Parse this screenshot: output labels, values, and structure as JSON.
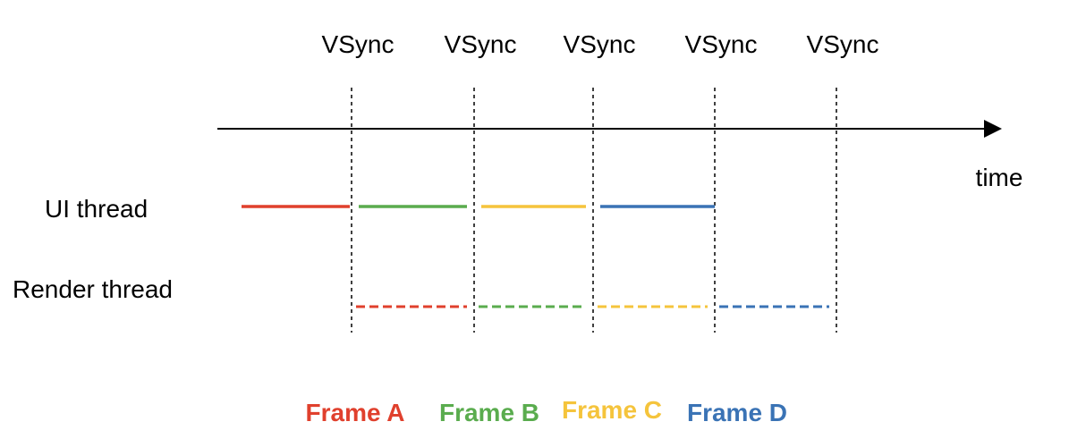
{
  "vsync": {
    "label": "VSync",
    "count": 5
  },
  "axis": {
    "label": "time"
  },
  "threads": [
    {
      "id": "ui",
      "label": "UI thread",
      "line_style": "solid"
    },
    {
      "id": "render",
      "label": "Render thread",
      "line_style": "dashed"
    }
  ],
  "frames": [
    {
      "id": "A",
      "label": "Frame A",
      "color": "#e0402d",
      "ui_interval": [
        0,
        1
      ],
      "render_interval": [
        1,
        2
      ]
    },
    {
      "id": "B",
      "label": "Frame B",
      "color": "#5aac4e",
      "ui_interval": [
        1,
        2
      ],
      "render_interval": [
        2,
        3
      ]
    },
    {
      "id": "C",
      "label": "Frame C",
      "color": "#f5c43c",
      "ui_interval": [
        2,
        3
      ],
      "render_interval": [
        3,
        4
      ]
    },
    {
      "id": "D",
      "label": "Frame D",
      "color": "#3a73b5",
      "ui_interval": [
        3,
        4
      ],
      "render_interval": [
        4,
        5
      ]
    }
  ],
  "colors": {
    "axis": "#000000",
    "vsync_line": "#000000"
  }
}
